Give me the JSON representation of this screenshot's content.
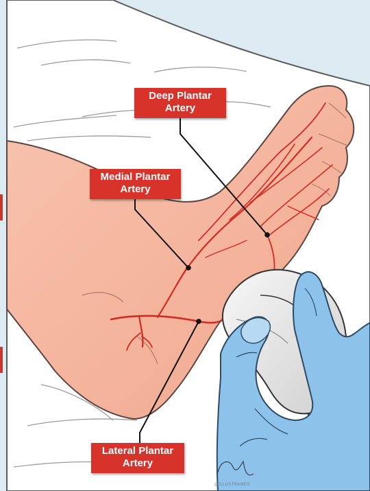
{
  "labels": {
    "deep_plantar": [
      "Deep Plantar",
      "Artery"
    ],
    "medial_plantar": [
      "Medial Plantar",
      "Artery"
    ],
    "lateral_plantar": [
      "Lateral Plantar",
      "Artery"
    ]
  },
  "watermark": "@ILLUSTRAMED",
  "colors": {
    "label_bg": "#d7332b",
    "label_text": "#ffffff",
    "artery": "#d42a24",
    "skin": "#f6b7a0",
    "sheet": "#ffffff",
    "background": "#dcebf2",
    "glove": "#8dc3ea",
    "probe": "#e7e7e7",
    "probe_cable": "#9a9a9a"
  }
}
